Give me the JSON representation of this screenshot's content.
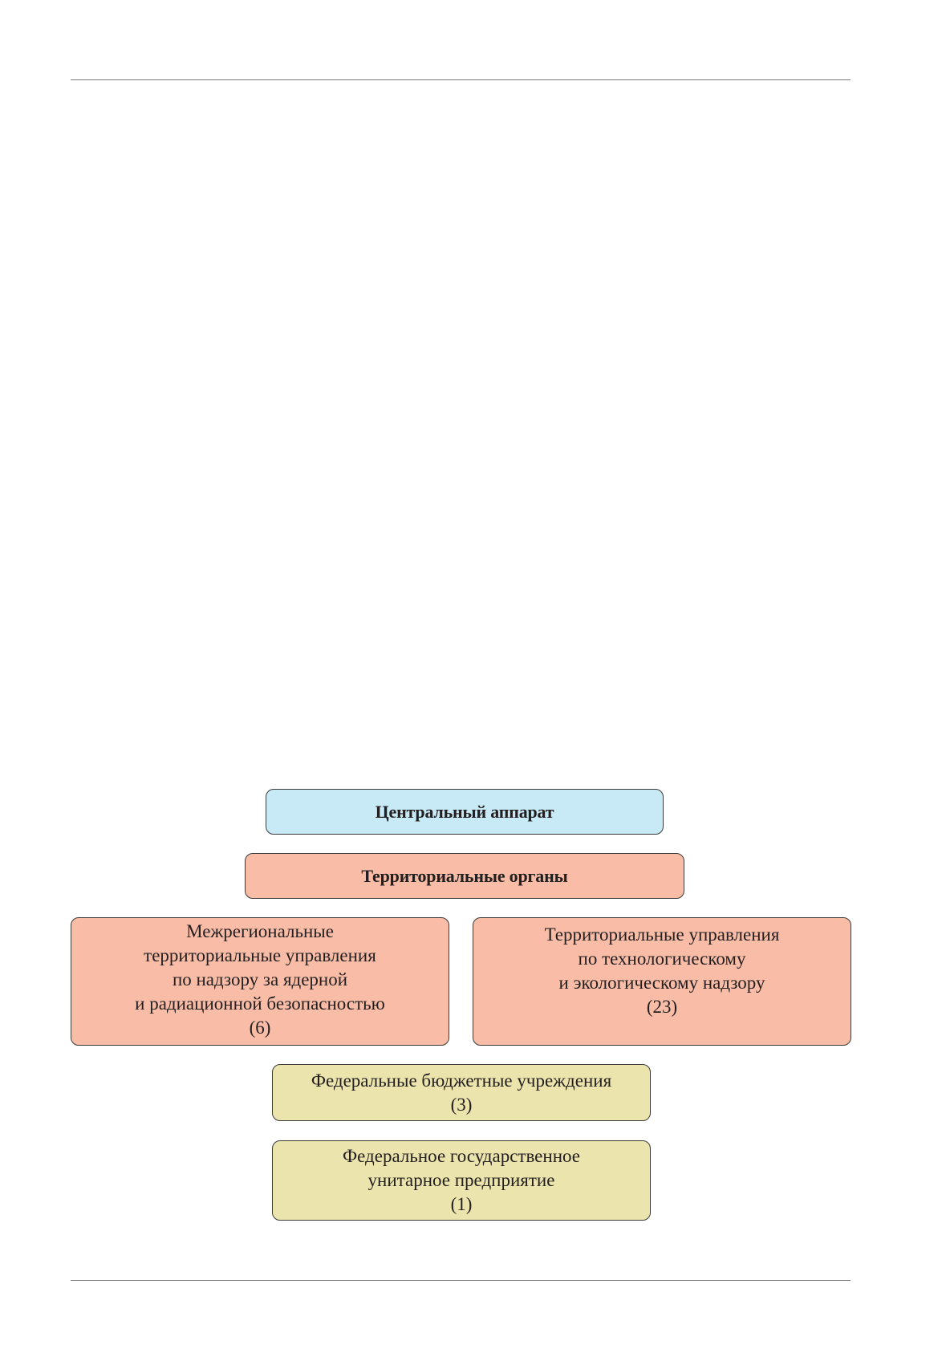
{
  "diagram": {
    "nodes": [
      {
        "id": "central",
        "label": "Центральный аппарат",
        "fill": "#c8eaf7",
        "bold": true
      },
      {
        "id": "territorial",
        "label": "Территориальные органы",
        "fill": "#f9bda7",
        "bold": true
      },
      {
        "id": "interregional",
        "label": "Межрегиональные\nтерриториальные управления\nпо надзору за ядерной\nи радиационной безопасностью\n(6)",
        "fill": "#f9bda7",
        "bold": false
      },
      {
        "id": "territorial-offices",
        "label": "Территориальные управления\nпо технологическому\nи экологическому надзору\n(23)",
        "fill": "#f9bda7",
        "bold": false
      },
      {
        "id": "budget-institutions",
        "label": "Федеральные бюджетные учреждения\n(3)",
        "fill": "#ece4ad",
        "bold": false
      },
      {
        "id": "unitary-enterprise",
        "label": "Федеральное государственное\nунитарное предприятие\n(1)",
        "fill": "#ece4ad",
        "bold": false
      }
    ]
  }
}
